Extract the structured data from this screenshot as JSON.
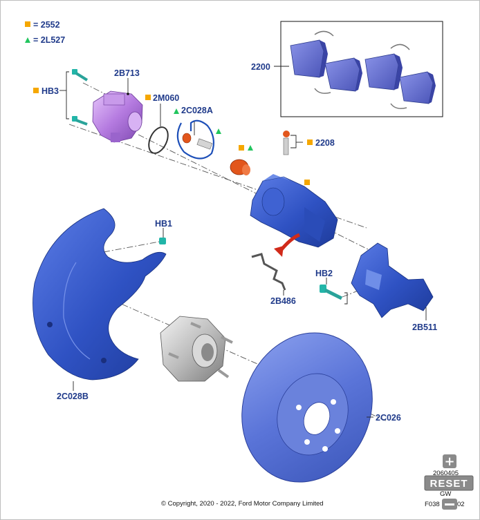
{
  "legend": [
    {
      "marker": "square",
      "color": "#f5a700",
      "text": "= 2552"
    },
    {
      "marker": "triangle",
      "color": "#22c55e",
      "text": "= 2L527"
    }
  ],
  "labels": {
    "hb3": "HB3",
    "p2b713": "2B713",
    "p2m060": "2M060",
    "p2c028a": "2C028A",
    "p2200": "2200",
    "p2208": "2208",
    "hb1": "HB1",
    "hb2": "HB2",
    "p2b486": "2B486",
    "p2b511": "2B511",
    "p2c028b": "2C028B",
    "p2c026": "2C026"
  },
  "footer": {
    "copyright": "© Copyright, 2020 - 2022, Ford Motor Company Limited",
    "code_top": "2060405",
    "code_gw": "GW",
    "code_left": "F038",
    "code_right": "02"
  },
  "controls": {
    "reset_label": "RESET",
    "zoom_in_symbol": "+"
  },
  "colors": {
    "label_blue": "#1f3a8a",
    "part_blue": "#3b5fd0",
    "caliper_purple": "#b57be0",
    "piston_orange": "#e2561c",
    "marker_orange": "#f5a700",
    "marker_green": "#22c55e",
    "annotation_circle": "#1d4fb8"
  }
}
